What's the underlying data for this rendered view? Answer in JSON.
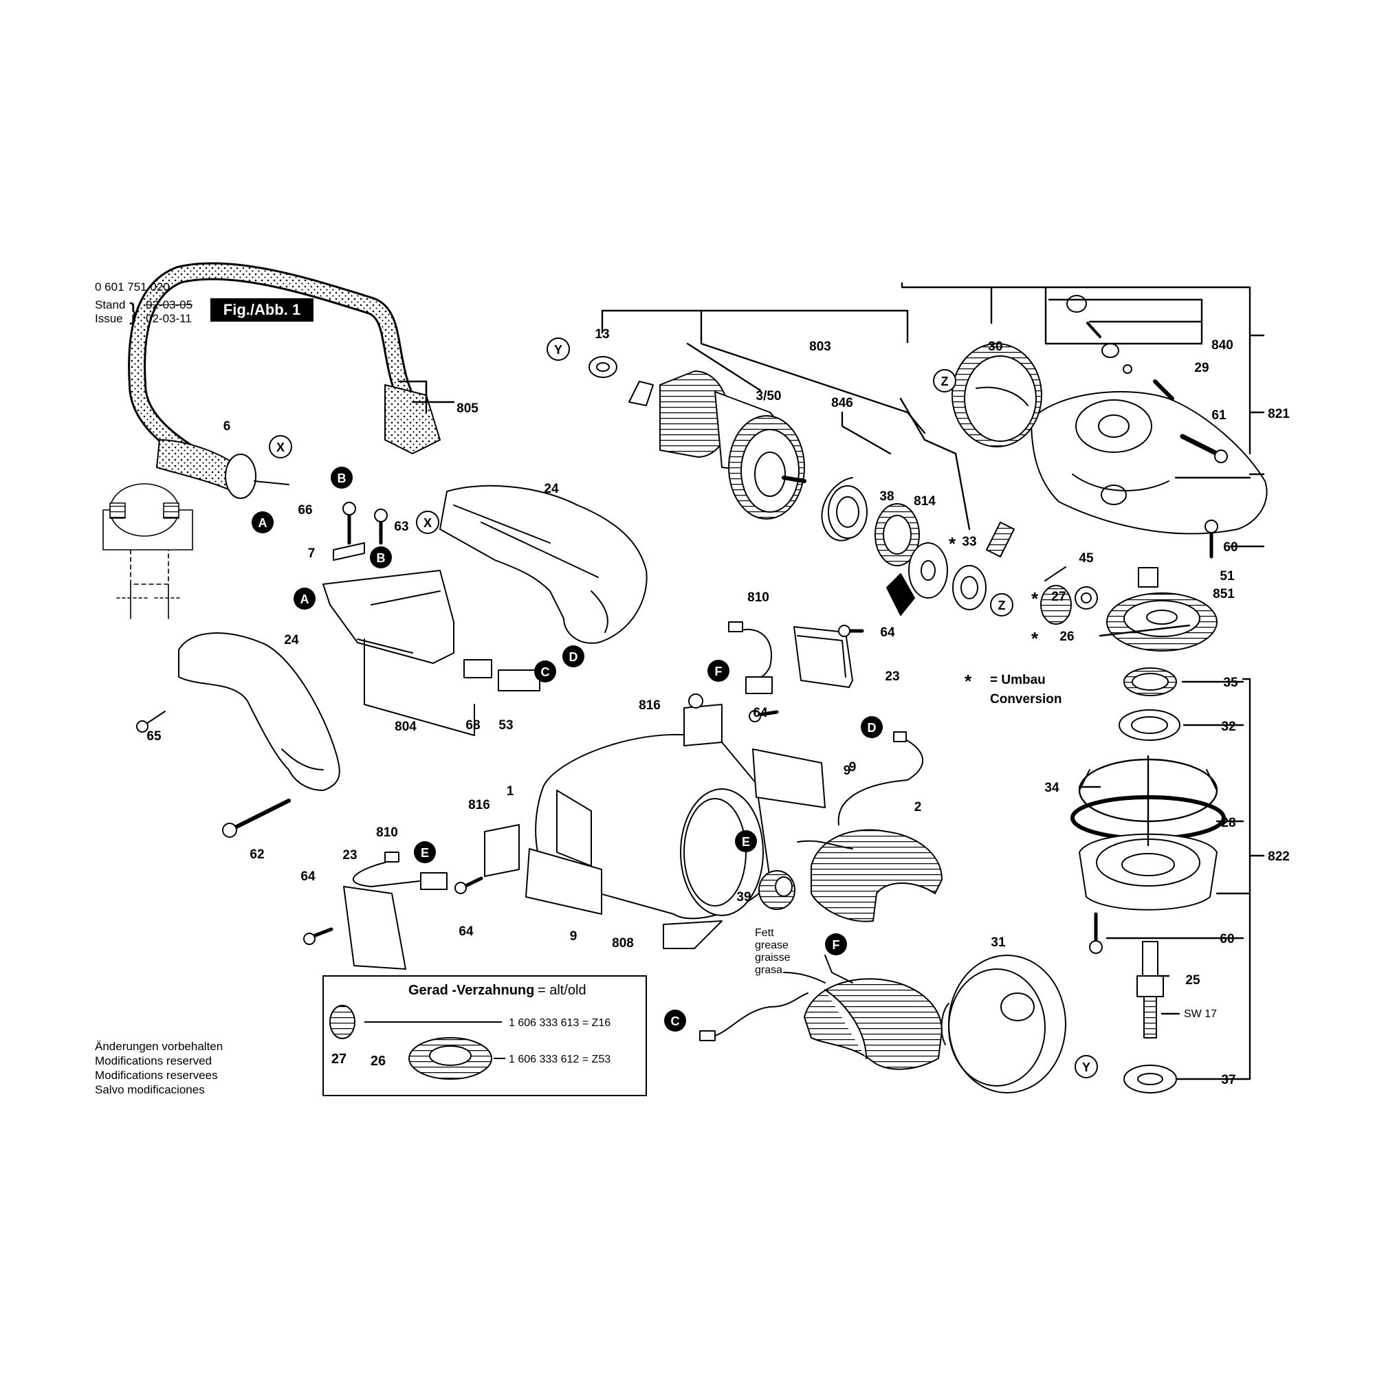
{
  "header": {
    "doc_number": "0 601 751 020",
    "stand_label": "Stand",
    "stand_date": "02-03-05",
    "issue_label": "Issue",
    "issue_date": "02-03-11",
    "figure_label": "Fig./Abb. 1"
  },
  "modifications_note": [
    "Änderungen vorbehalten",
    "Modifications reserved",
    "Modifications reservees",
    "Salvo modificaciones"
  ],
  "legend": {
    "star_symbol": "*",
    "line1": "= Umbau",
    "line2": "Conversion"
  },
  "grease_note": [
    "Fett",
    "grease",
    "graisse",
    "grasa"
  ],
  "spanner_size": "SW 17",
  "inset": {
    "title_bold": "Gerad -Verzahnung",
    "title_rest": "= alt/old",
    "rows": [
      {
        "ref": "27",
        "part": "1 606 333 613 = Z16"
      },
      {
        "ref": "26",
        "part": "1 606 333 612 = Z53"
      }
    ]
  },
  "callouts": [
    "13",
    "3/50",
    "803",
    "30",
    "840",
    "29",
    "821",
    "61",
    "805",
    "6",
    "66",
    "63",
    "24",
    "846",
    "38",
    "814",
    "33",
    "45",
    "60",
    "51",
    "851",
    "27",
    "26",
    "35",
    "32",
    "34",
    "28",
    "822",
    "25",
    "37",
    "31",
    "2",
    "1",
    "9",
    "810",
    "816",
    "64",
    "23",
    "68",
    "53",
    "804",
    "65",
    "62",
    "808",
    "39",
    "7"
  ],
  "connectors": [
    "A",
    "B",
    "C",
    "D",
    "E",
    "F",
    "X",
    "Y",
    "Z"
  ]
}
